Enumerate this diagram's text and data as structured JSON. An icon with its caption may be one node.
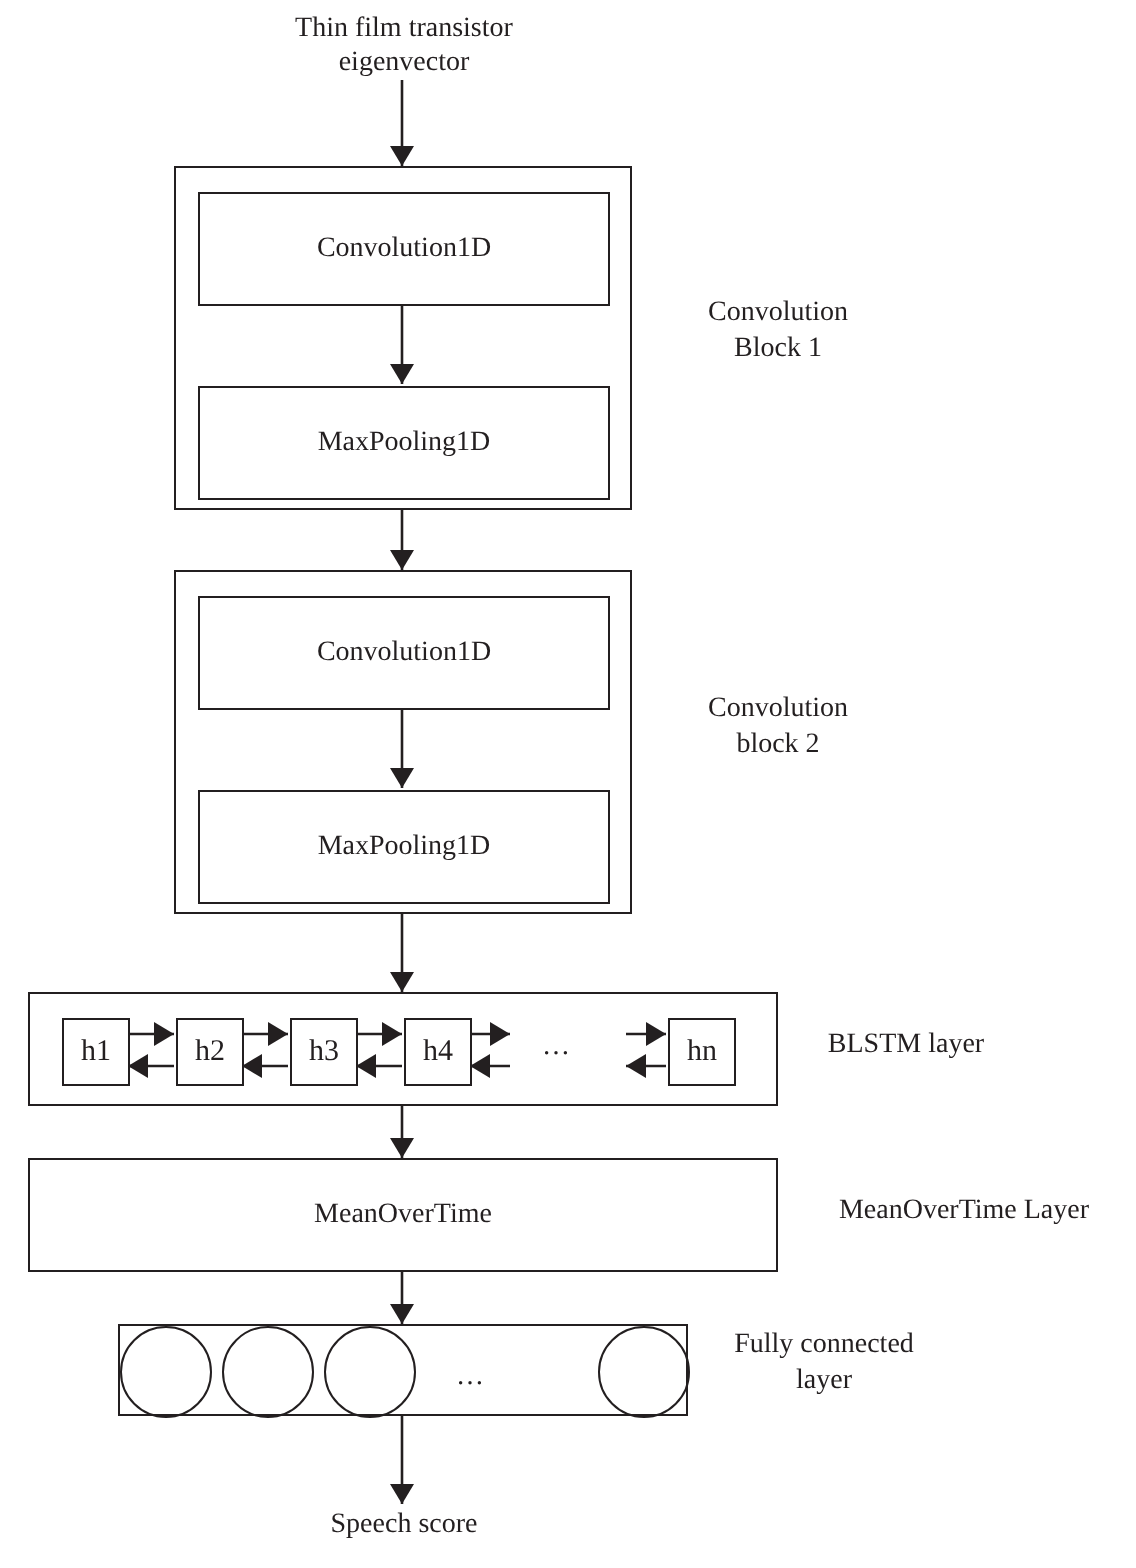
{
  "diagram": {
    "nodes": [
      {
        "text": [
          "Thin film transistor eigenvector"
        ]
      },
      {
        "text": [],
        "shape": "box",
        "beside": [
          "Convolution Block 1"
        ]
      },
      {
        "text": [
          "Convolution1D"
        ],
        "in": 1
      },
      {
        "text": [
          "MaxPooling1D"
        ],
        "in": 1
      },
      {
        "text": [],
        "shape": "box",
        "beside": [
          "Convolution block 2"
        ]
      },
      {
        "text": [
          "Convolution1D"
        ],
        "in": 4
      },
      {
        "text": [
          "MaxPooling1D"
        ],
        "in": 4
      },
      {
        "text": [],
        "shape": "box",
        "beside": [
          "BLSTM layer"
        ]
      },
      {
        "text": [
          "h1"
        ],
        "in": 7
      },
      {
        "text": [
          "h2"
        ],
        "in": 7
      },
      {
        "text": [
          "h3"
        ],
        "in": 7
      },
      {
        "text": [
          "h4"
        ],
        "in": 7
      },
      {
        "text": [
          "hn"
        ],
        "in": 7
      },
      {
        "text": [
          "MeanOverTime"
        ],
        "beside": [
          "MeanOverTime Layer"
        ]
      },
      {
        "text": [],
        "shape": "box",
        "beside": [
          "Fully connected layer"
        ]
      },
      {
        "text": [],
        "shape": "circle",
        "in": 14
      },
      {
        "text": [],
        "shape": "circle",
        "in": 14
      },
      {
        "text": [],
        "shape": "circle",
        "in": 14
      },
      {
        "text": [],
        "shape": "circle",
        "in": 14
      },
      {
        "text": [
          "Speech score"
        ]
      }
    ],
    "edges": [
      {
        "from": 0,
        "to": 1,
        "arrow": "to"
      },
      {
        "from": 2,
        "to": 3,
        "arrow": "to"
      },
      {
        "from": 1,
        "to": 4,
        "arrow": "to"
      },
      {
        "from": 5,
        "to": 6,
        "arrow": "to"
      },
      {
        "from": 4,
        "to": 7,
        "arrow": "to"
      },
      {
        "from": 8,
        "to": 9,
        "arrow": "to"
      },
      {
        "from": 9,
        "to": 8,
        "arrow": "to"
      },
      {
        "from": 9,
        "to": 10,
        "arrow": "to"
      },
      {
        "from": 10,
        "to": 9,
        "arrow": "to"
      },
      {
        "from": 10,
        "to": 11,
        "arrow": "to"
      },
      {
        "from": 11,
        "to": 10,
        "arrow": "to"
      },
      {
        "from": 11,
        "to": null,
        "arrow": "to"
      },
      {
        "from": null,
        "to": 11,
        "arrow": "to"
      },
      {
        "from": null,
        "to": 12,
        "arrow": "to"
      },
      {
        "from": 12,
        "to": null,
        "arrow": "to"
      },
      {
        "from": 7,
        "to": 13,
        "arrow": "to"
      },
      {
        "from": 13,
        "to": 14,
        "arrow": "to"
      },
      {
        "from": 14,
        "to": 19,
        "arrow": "to"
      }
    ],
    "labels": [
      "…",
      "…"
    ]
  }
}
